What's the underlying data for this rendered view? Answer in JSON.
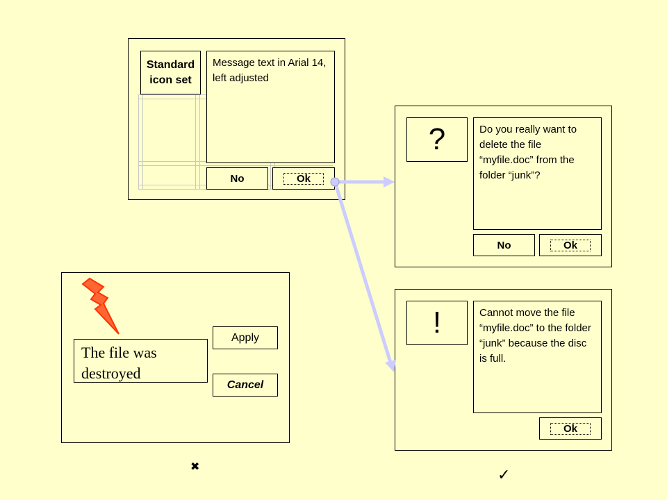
{
  "template": {
    "icon_label": "Standard icon set",
    "message": "Message text in Arial 14, left adjusted",
    "no_label": "No",
    "ok_label": "Ok"
  },
  "question_dialog": {
    "icon_glyph": "?",
    "message": "Do you really want to delete the file “myfile.doc” from the folder “junk”?",
    "no_label": "No",
    "ok_label": "Ok"
  },
  "warning_dialog": {
    "icon_glyph": "!",
    "message": "Cannot move the file “myfile.doc” to the folder “junk” because the disc is full.",
    "ok_label": "Ok"
  },
  "bad_dialog": {
    "message": "The file was destroyed",
    "apply_label": "Apply",
    "cancel_label": "Cancel"
  },
  "marks": {
    "bad": "✖",
    "good": "✓"
  },
  "colors": {
    "background": "#ffffcc",
    "arrow": "#ccccff",
    "lightning_fill": "#ff6633",
    "lightning_stroke": "#ff3300"
  }
}
